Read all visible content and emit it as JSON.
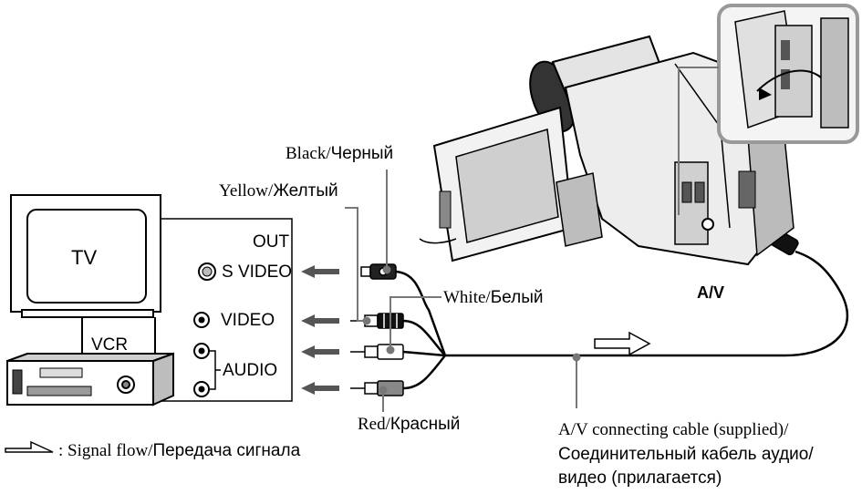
{
  "labels": {
    "black_en": "Black/",
    "black_ru": "Черный",
    "yellow_en": "Yellow/",
    "yellow_ru": "Желтый",
    "white_en": "White/",
    "white_ru": "Белый",
    "red_en": "Red/",
    "red_ru": "Красный",
    "tv": "TV",
    "vcr": "VCR",
    "out": "OUT",
    "s_video": "S VIDEO",
    "video": "VIDEO",
    "audio": "AUDIO",
    "av": "A/V",
    "cable_line1": "A/V connecting cable (supplied)/",
    "cable_line2": "Соединительный кабель аудио/",
    "cable_line3": "видео (прилагается)",
    "signal_en": ": Signal flow/",
    "signal_ru": "Передача сигнала"
  },
  "colors": {
    "line": "#000000",
    "gray": "#555555",
    "light": "#e6e6e6"
  }
}
